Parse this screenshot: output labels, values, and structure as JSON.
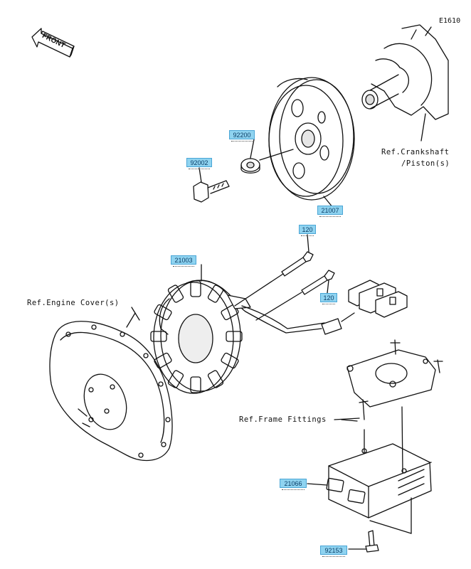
{
  "diagram_code": "E1610",
  "front_label": "FRONT",
  "refs": {
    "crankshaft_line1": "Ref.Crankshaft",
    "crankshaft_line2": "/Piston(s)",
    "engine_cover": "Ref.Engine Cover(s)",
    "frame_fittings": "Ref.Frame Fittings"
  },
  "parts": [
    {
      "id": "92002"
    },
    {
      "id": "92200"
    },
    {
      "id": "21007"
    },
    {
      "id": "120"
    },
    {
      "id": "21003"
    },
    {
      "id": "120"
    },
    {
      "id": "21066"
    },
    {
      "id": "92153"
    }
  ]
}
